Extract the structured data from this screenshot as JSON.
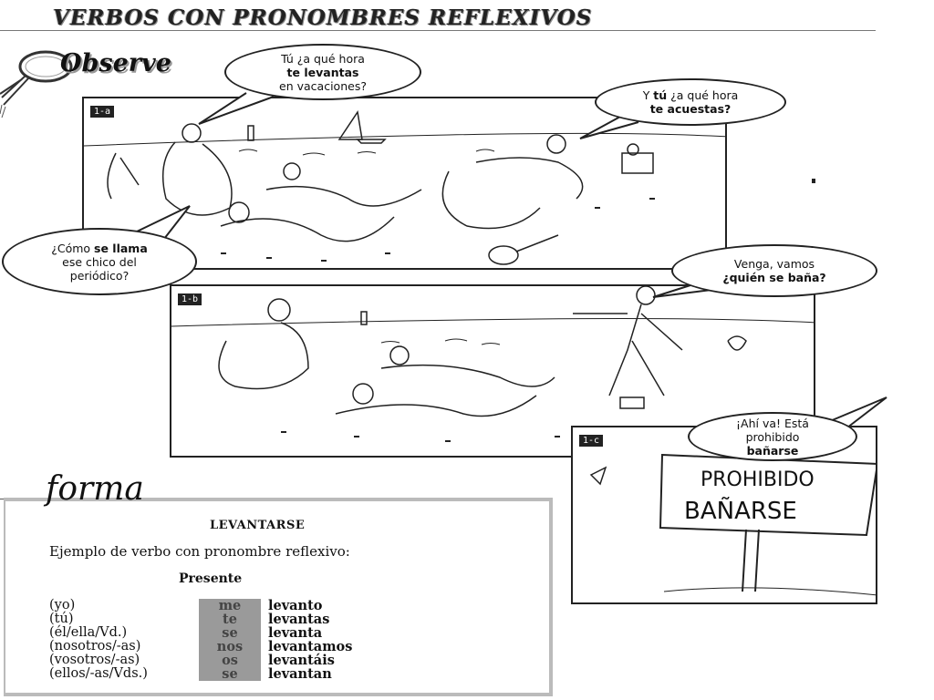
{
  "header": {
    "title": "VERBOS CON PRONOMBRES REFLEXIVOS"
  },
  "observe": {
    "label": "Observe"
  },
  "panels": {
    "a": {
      "label": "1-a"
    },
    "b": {
      "label": "1-b"
    },
    "c": {
      "label": "1-c",
      "sign_line1": "PROHIBIDO",
      "sign_line2": "BAÑARSE"
    }
  },
  "bubbles": {
    "b1": {
      "line1": "Tú ¿a qué hora",
      "line2": "te levantas",
      "line3": "en vacaciones?"
    },
    "b2": {
      "pre": "Y ",
      "bold": "tú",
      "post": " ¿a qué hora",
      "line2": "te acuestas?"
    },
    "b3": {
      "pre": "¿Cómo ",
      "bold": "se llama",
      "line2": "ese chico del",
      "line3": "periódico?"
    },
    "b4": {
      "line1": "Venga, vamos",
      "line2": "¿quién se baña?"
    },
    "b5": {
      "line1": "¡Ahí va! Está",
      "line2": "prohibido",
      "line3": "bañarse"
    }
  },
  "forma": {
    "label": "forma",
    "verb": "LEVANTARSE",
    "example": "Ejemplo de verbo con pronombre reflexivo:",
    "tense": "Presente",
    "rows": [
      {
        "person": "(yo)",
        "pronoun": "me",
        "form": "levanto"
      },
      {
        "person": "(tú)",
        "pronoun": "te",
        "form": "levantas"
      },
      {
        "person": "(él/ella/Vd.)",
        "pronoun": "se",
        "form": "levanta"
      },
      {
        "person": "(nosotros/-as)",
        "pronoun": "nos",
        "form": "levantamos"
      },
      {
        "person": "(vosotros/-as)",
        "pronoun": "os",
        "form": "levantáis"
      },
      {
        "person": "(ellos/-as/Vds.)",
        "pronoun": "se",
        "form": "levantan"
      }
    ]
  }
}
